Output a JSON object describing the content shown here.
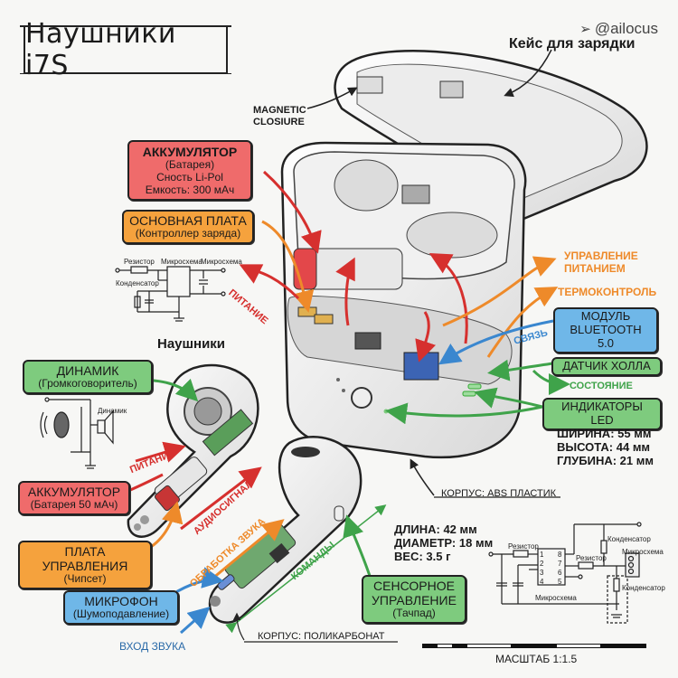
{
  "title": "Наушники i7S",
  "watermark": {
    "icon": "telegram-send-icon",
    "handle": "@ailocus"
  },
  "case": {
    "heading": "Кейс для зарядки",
    "magnetic_closure": [
      "MAGNETIC",
      "CLOSIURE"
    ],
    "labels": {
      "battery": {
        "title": "АККУМУЛЯТОР",
        "lines": [
          "(Батарея)",
          "Сность Li-Pol",
          "Емкость: 300 мАч"
        ],
        "color": "#ef6b6b"
      },
      "main_board": {
        "title": "ОСНОВНАЯ ПЛАТА",
        "lines": [
          "(Контроллер заряда)"
        ],
        "color": "#f5a23d"
      },
      "bluetooth": {
        "title": "МОДУЛЬ",
        "lines": [
          "BLUETOOTH 5.0"
        ],
        "color": "#6fb7e8"
      },
      "hall_sensor": {
        "title": "ДАТЧИК ХОЛЛА",
        "color": "#7ecb7e"
      },
      "led": {
        "title": "ИНДИКАТОРЫ LED",
        "color": "#7ecb7e"
      }
    },
    "arrow_texts": {
      "power": "ПИТАНИЕ",
      "power_mgmt": [
        "УПРАВЛЕНИЕ",
        "ПИТАНИЕМ"
      ],
      "thermo": "ТЕРМОКОНТРОЛЬ",
      "link": "СВЯЗЬ",
      "state": "СОСТОЯНИЕ"
    },
    "specs": [
      "ШИРИНА: 55 мм",
      "ВЫСОТА: 44 мм",
      "ГЛУБИНА: 21 мм"
    ],
    "body": "КОРПУС: ABS ПЛАСТИК"
  },
  "case_circuit": {
    "resistor": "Резистор",
    "chip1": "Микросхема",
    "chip2": "Микросхема",
    "capacitor": "Конденсатор"
  },
  "earbud": {
    "heading": "Наушники",
    "labels": {
      "speaker": {
        "title": "ДИНАМИК",
        "lines": [
          "(Громкоговоритель)"
        ],
        "color": "#7ecb7e"
      },
      "battery": {
        "title": "АККУМУЛЯТОР",
        "lines": [
          "(Батарея 50 мАч)"
        ],
        "color": "#ef6b6b"
      },
      "control_board": {
        "title": "ПЛАТА УПРАВЛЕНИЯ",
        "lines": [
          "(Чипсет)"
        ],
        "color": "#f5a23d"
      },
      "microphone": {
        "title": "МИКРОФОН",
        "lines": [
          "(Шумоподавление)"
        ],
        "color": "#6fb7e8"
      },
      "touch": {
        "title": "СЕНСОРНОЕ",
        "lines": [
          "УПРАВЛЕНИЕ",
          "(Тачпад)"
        ],
        "color": "#7ecb7e"
      }
    },
    "arrow_texts": {
      "power": "ПИТАНИЕ",
      "audio": "АУДИОСИГНАЛ",
      "processing": "ОБРАБОТКА ЗВУКА",
      "commands": "КОМАНДЫ",
      "sound_in": "ВХОД ЗВУКА"
    },
    "specs": [
      "ДЛИНА: 42 мм",
      "ДИАМЕТР: 18 мм",
      "ВЕС: 3.5 г"
    ],
    "body": "КОРПУС: ПОЛИКАРБОНАТ"
  },
  "speaker_circuit": {
    "label": "Динамик"
  },
  "earbud_circuit": {
    "resistor1": "Резистор",
    "resistor2": "Резистор",
    "capacitor1": "Конденсатор",
    "capacitor2": "Конденсатор",
    "chip": "Микросхема",
    "chip_out": "Микросхема",
    "pins": [
      "1",
      "2",
      "3",
      "4",
      "8",
      "7",
      "6",
      "5"
    ]
  },
  "scale": "МАСШТАБ 1:1.5"
}
